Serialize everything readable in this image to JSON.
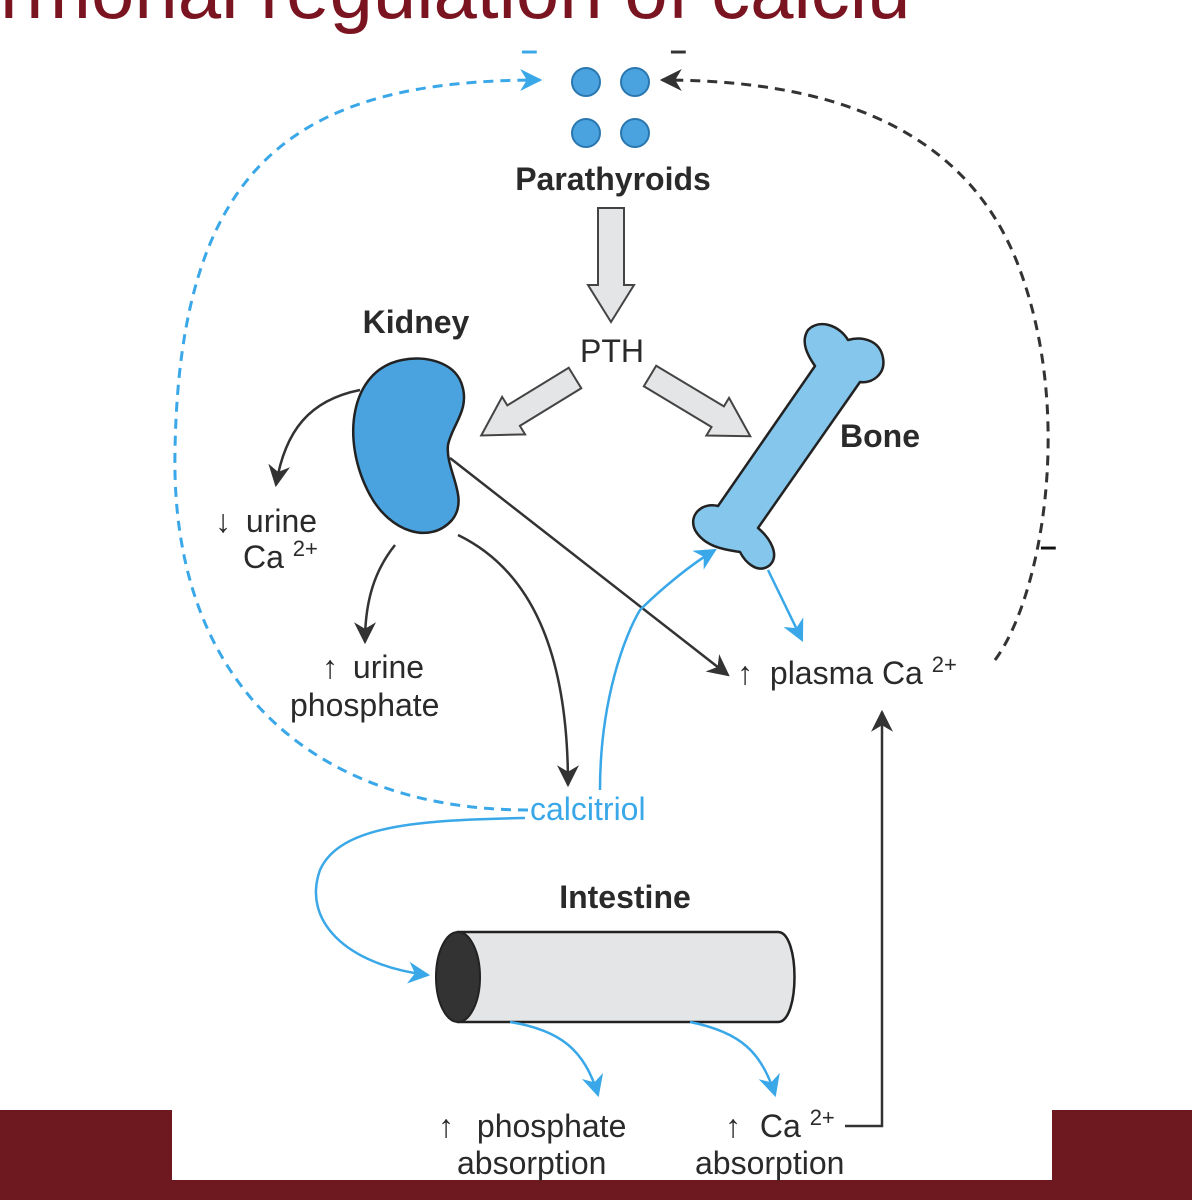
{
  "title": "rmonal regulation of calciu",
  "colors": {
    "title": "#7a1420",
    "footer_bar": "#6e1820",
    "organ_blue": "#4aa3df",
    "bone_blue": "#85c6ec",
    "pathway_blue": "#3aa8e8",
    "arrow_gray": "#e4e5e6",
    "dark_line": "#333333"
  },
  "feedback": {
    "left_sign": "–",
    "right_sign": "–",
    "side_sign": "–"
  },
  "parathyroids": {
    "label": "Parathyroids",
    "icon": "parathyroid-glands-icon"
  },
  "pth": {
    "label": "PTH"
  },
  "kidney": {
    "label": "Kidney",
    "icon": "kidney-icon",
    "effects": {
      "urine_calcium": {
        "arrow": "↓",
        "line1": "urine",
        "line2_base": "Ca",
        "line2_sup": "2+"
      },
      "urine_phosphate": {
        "arrow": "↑",
        "line1": "urine",
        "line2": "phosphate"
      }
    }
  },
  "bone": {
    "label": "Bone",
    "icon": "bone-icon"
  },
  "plasma": {
    "arrow": "↑",
    "text": "plasma Ca",
    "sup": "2+"
  },
  "calcitriol": {
    "label": "calcitriol"
  },
  "intestine": {
    "label": "Intestine",
    "icon": "intestine-tube-icon",
    "effects": {
      "phosphate": {
        "arrow": "↑",
        "line1": "phosphate",
        "line2": "absorption"
      },
      "calcium": {
        "arrow": "↑",
        "line1_base": "Ca",
        "line1_sup": "2+",
        "line2": "absorption"
      }
    }
  }
}
